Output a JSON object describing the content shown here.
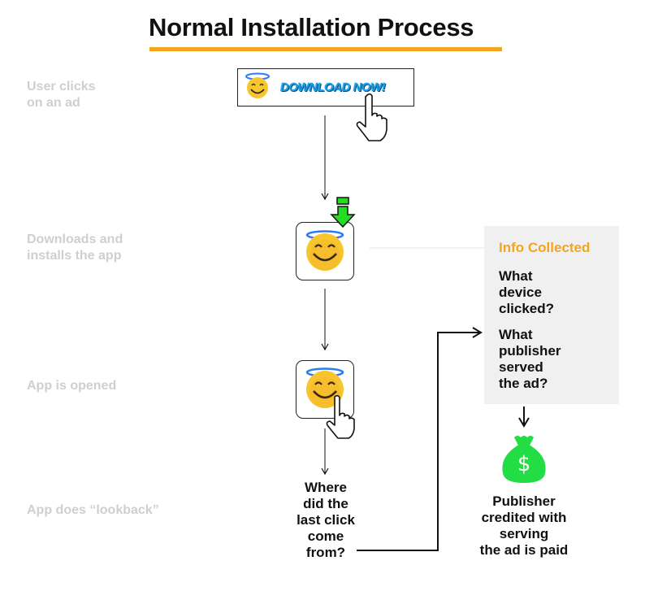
{
  "title": "Normal Installation Process",
  "colors": {
    "accent_orange": "#f5a41d",
    "money_green": "#22dd44",
    "step_label_gray": "#cfcfcf",
    "info_box_bg": "#f0f0f0",
    "download_blue": "#1b9fe0"
  },
  "steps": [
    {
      "label_lines": [
        "User clicks",
        "on an ad"
      ]
    },
    {
      "label_lines": [
        "Downloads and",
        "installs the app"
      ]
    },
    {
      "label_lines": [
        "App is opened"
      ]
    },
    {
      "label_lines": [
        "App does “lookback”"
      ]
    }
  ],
  "ad_banner": {
    "text": "DOWNLOAD NOW!",
    "icons": [
      "smiling-face-with-halo-icon",
      "pointing-hand-cursor-icon"
    ]
  },
  "install_icon": {
    "icons": [
      "smiling-face-with-halo-icon",
      "green-download-arrow-icon"
    ]
  },
  "open_icon": {
    "icons": [
      "smiling-face-with-halo-icon",
      "pointing-hand-cursor-icon"
    ]
  },
  "lookback_question": [
    "Where",
    "did the",
    "last click",
    "come",
    "from?"
  ],
  "info_collected": {
    "title": "Info Collected",
    "questions": [
      [
        "What",
        "device",
        "clicked?"
      ],
      [
        "What",
        "publisher",
        "served",
        "the ad?"
      ]
    ]
  },
  "outcome": {
    "icon": "money-bag-icon",
    "symbol": "$",
    "lines": [
      "Publisher",
      "credited with",
      "serving",
      "the ad is paid"
    ]
  }
}
